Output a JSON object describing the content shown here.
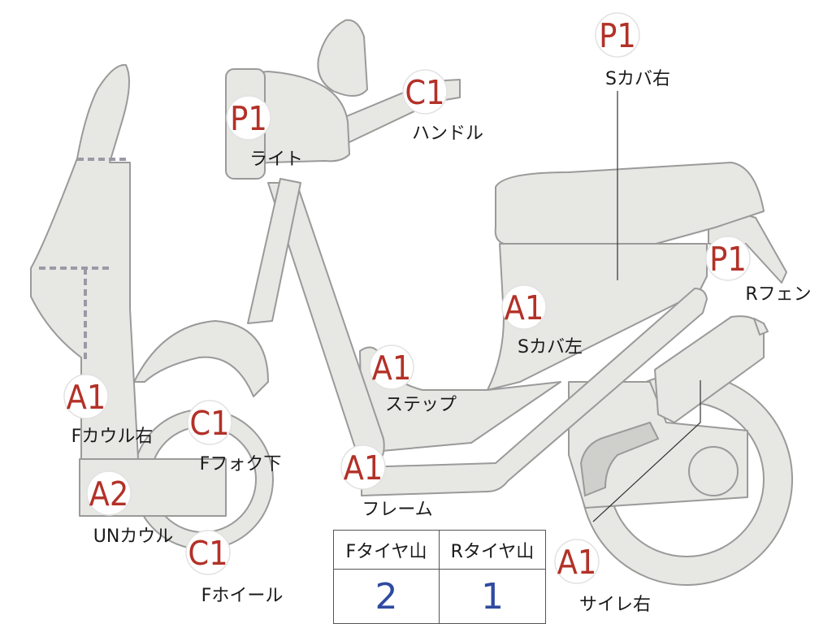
{
  "parts": [
    {
      "grade": "P1",
      "label": "Sカバ右"
    },
    {
      "grade": "C1",
      "label": "ハンドル"
    },
    {
      "grade": "P1",
      "label": "ライト"
    },
    {
      "grade": "P1",
      "label": "Rフェン"
    },
    {
      "grade": "A1",
      "label": "Sカバ左"
    },
    {
      "grade": "A1",
      "label": "ステップ"
    },
    {
      "grade": "A1",
      "label": "Fカウル右"
    },
    {
      "grade": "C1",
      "label": "Fフォク下"
    },
    {
      "grade": "A2",
      "label": "UNカウル"
    },
    {
      "grade": "A1",
      "label": "フレーム"
    },
    {
      "grade": "C1",
      "label": "Fホイール"
    },
    {
      "grade": "A1",
      "label": "サイレ右"
    }
  ],
  "tire_table": {
    "headers": [
      "Fタイヤ山",
      "Rタイヤ山"
    ],
    "values": [
      "2",
      "1"
    ]
  },
  "colors": {
    "grade_text": "#b33128",
    "value_text": "#2f4aa0",
    "part_fill": "#e7e7e4"
  }
}
